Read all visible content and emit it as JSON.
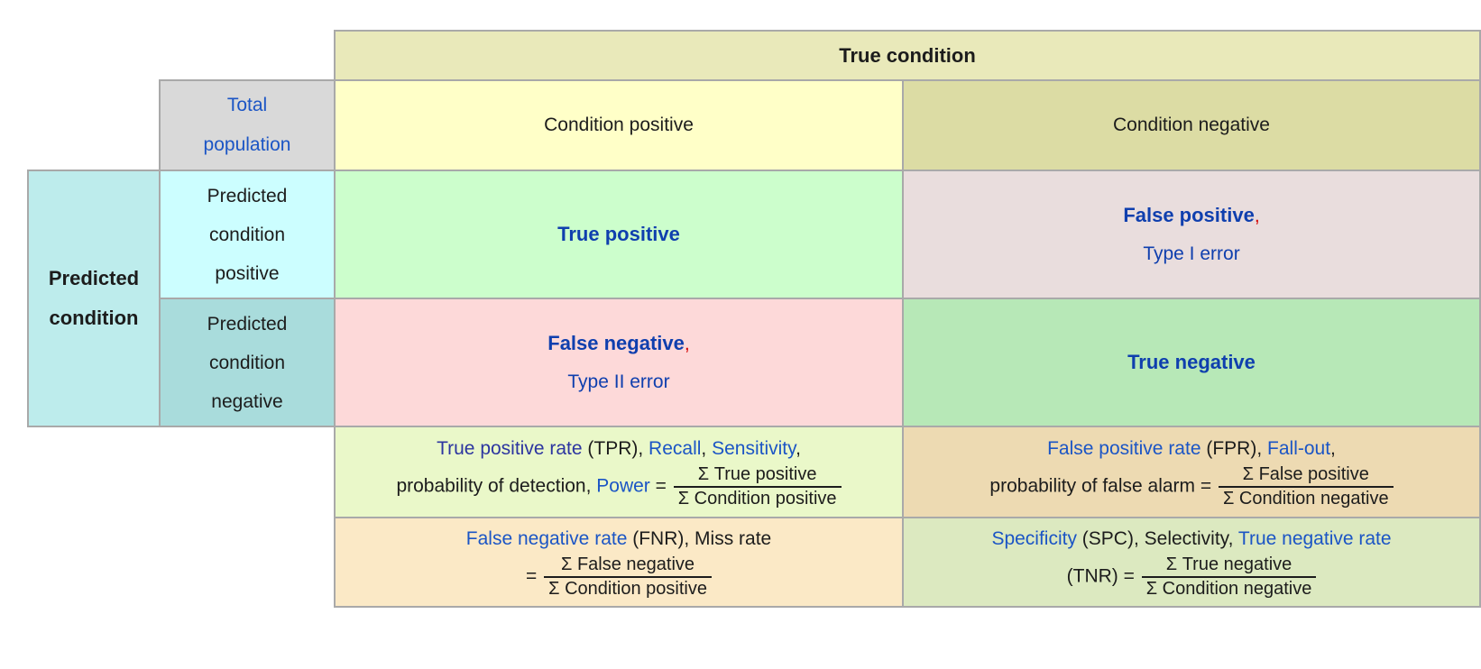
{
  "palette": {
    "border": "#a9a9a9",
    "text": "#1c1c1c",
    "blue_title": "#0f3fae",
    "blue_link": "#1b55c5",
    "blue_visited": "#2c35a0",
    "red": "#d40000",
    "bg_truecond": "#e9e9ba",
    "bg_condpos": "#ffffc8",
    "bg_condneg": "#dcdca4",
    "bg_totalpop": "#d9d9d9",
    "bg_predcond": "#bdecec",
    "bg_predpos": "#ccfeff",
    "bg_predneg": "#a9dcdc",
    "bg_tp": "#ccfecc",
    "bg_fp": "#e9dddd",
    "bg_fn": "#fdd9d9",
    "bg_tn": "#b7e8b7",
    "bg_tpr": "#eaf8c9",
    "bg_fpr": "#eddab2",
    "bg_fnr": "#fbe9c6",
    "bg_tnr": "#dce9c0"
  },
  "header": {
    "true_condition": "True condition",
    "condition_positive": "Condition positive",
    "condition_negative": "Condition negative",
    "total_population": {
      "line1": "Total",
      "line2": "population"
    }
  },
  "side": {
    "predicted_condition": {
      "line1": "Predicted",
      "line2": "condition"
    },
    "predicted_positive": {
      "line1": "Predicted",
      "line2": "condition",
      "line3": "positive"
    },
    "predicted_negative": {
      "line1": "Predicted",
      "line2": "condition",
      "line3": "negative"
    }
  },
  "cells": {
    "true_positive": {
      "title": "True positive"
    },
    "false_positive": {
      "title": "False positive",
      "comma": ",",
      "subtitle": "Type I error"
    },
    "false_negative": {
      "title": "False negative",
      "comma": ",",
      "subtitle": "Type II error"
    },
    "true_negative": {
      "title": "True negative"
    }
  },
  "metrics": {
    "tpr": {
      "link_tpr": "True positive rate",
      "abbr": " (TPR), ",
      "link_recall": "Recall",
      "sep1": ", ",
      "link_sensitivity": "Sensitivity",
      "sep2": ",",
      "lead2": "probability of detection, ",
      "link_power": "Power",
      "equals": " = ",
      "frac_num": "Σ True positive",
      "frac_den": "Σ Condition positive"
    },
    "fpr": {
      "link_fpr": "False positive rate",
      "abbr": " (FPR), ",
      "link_fallout": "Fall-out",
      "sep1": ",",
      "lead2": "probability of false alarm = ",
      "frac_num": "Σ False positive",
      "frac_den": "Σ Condition negative"
    },
    "fnr": {
      "link_fnr": "False negative rate",
      "abbr": " (FNR), Miss rate",
      "lead2": "= ",
      "frac_num": "Σ False negative",
      "frac_den": "Σ Condition positive"
    },
    "tnr": {
      "link_specificity": "Specificity",
      "abbr": " (SPC), Selectivity, ",
      "link_tnr": "True negative rate",
      "lead2": "(TNR) = ",
      "frac_num": "Σ True negative",
      "frac_den": "Σ Condition negative"
    }
  }
}
